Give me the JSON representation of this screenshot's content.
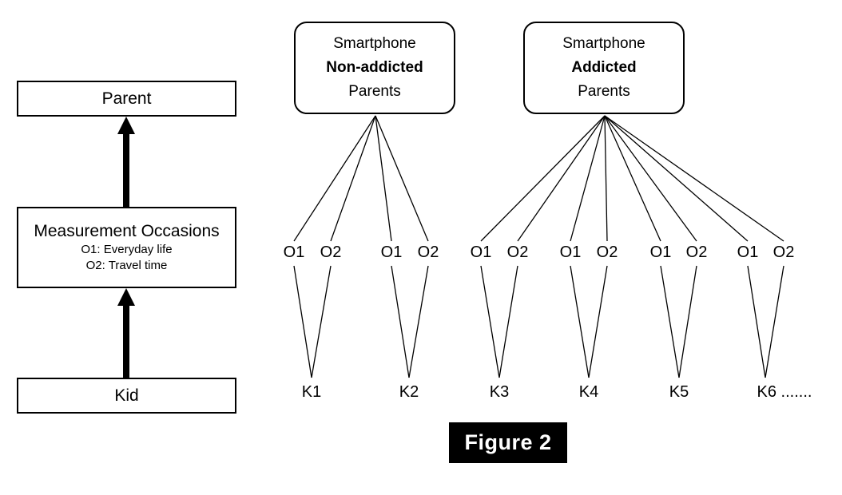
{
  "figure": {
    "caption": "Figure 2"
  },
  "left_column": {
    "levels": [
      {
        "title": "Parent"
      },
      {
        "title": "Measurement Occasions",
        "sub1": "O1: Everyday life",
        "sub2": "O2: Travel time"
      },
      {
        "title": "Kid"
      }
    ]
  },
  "tree": {
    "groups": [
      {
        "line1": "Smartphone",
        "line2": "Non-addicted",
        "line3": "Parents"
      },
      {
        "line1": "Smartphone",
        "line2": "Addicted",
        "line3": "Parents"
      }
    ],
    "occasion_labels": [
      "O1",
      "O2",
      "O1",
      "O2",
      "O1",
      "O2",
      "O1",
      "O2",
      "O1",
      "O2",
      "O1",
      "O2"
    ],
    "kid_labels": [
      "K1",
      "K2",
      "K3",
      "K4",
      "K5",
      "K6 ......."
    ]
  },
  "colors": {
    "stroke": "#000000",
    "background": "#ffffff",
    "caption_background": "#000000",
    "caption_text": "#ffffff"
  },
  "chart_data": {
    "type": "diagram",
    "title": "Figure 2",
    "description": "Multilevel nesting structure diagram",
    "left_hierarchy": [
      "Parent",
      "Measurement Occasions",
      "Kid"
    ],
    "groups": [
      {
        "name": "Smartphone Non-addicted Parents",
        "kids": [
          "K1",
          "K2"
        ],
        "occasions_per_kid": [
          "O1",
          "O2"
        ]
      },
      {
        "name": "Smartphone Addicted Parents",
        "kids": [
          "K3",
          "K4",
          "K5",
          "K6 ......."
        ],
        "occasions_per_kid": [
          "O1",
          "O2"
        ]
      }
    ]
  }
}
